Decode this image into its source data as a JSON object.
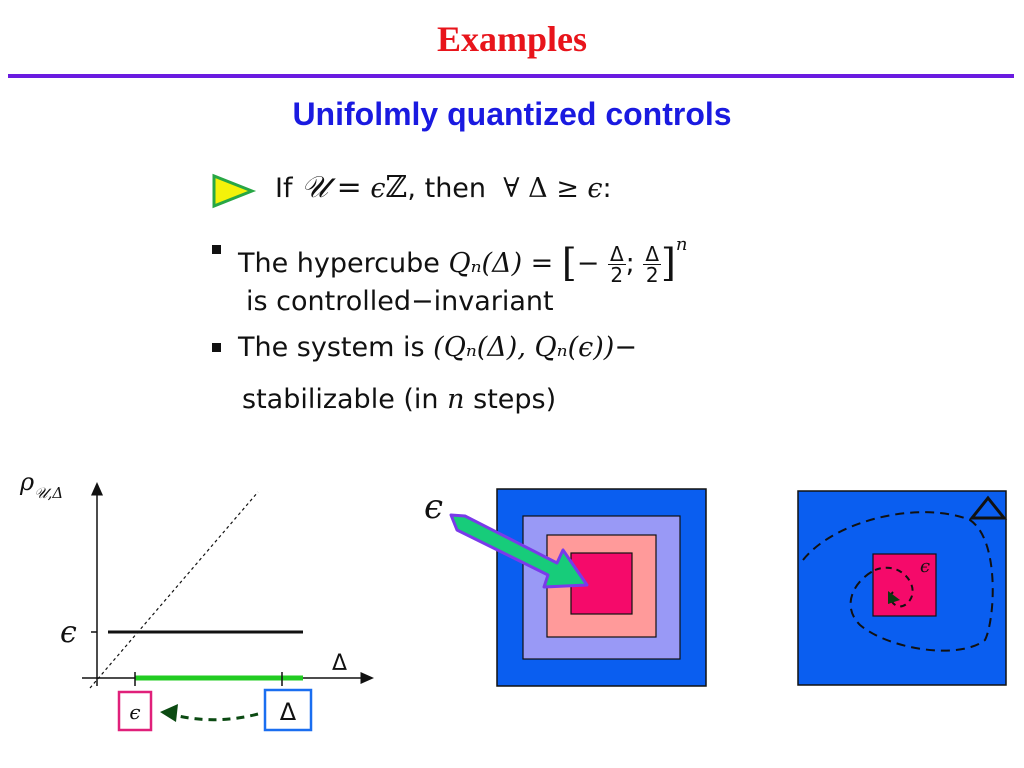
{
  "slide": {
    "title": "Examples",
    "subtitle": "Unifolmly quantized controls"
  },
  "statement": {
    "if": "If",
    "U": "𝒰",
    "eq": "=",
    "eps": "ϵ",
    "Z": "ℤ",
    "comma": ",",
    "then": "then",
    "forall": "∀",
    "delta": "Δ",
    "geq": "≥",
    "colon": ":"
  },
  "bullet1": {
    "text": "The hypercube",
    "Qn": "Qₙ(Δ) =",
    "bracket_open": "[",
    "minus": "−",
    "num1": "Δ",
    "den1": "2",
    "semicolon": ";",
    "num2": "Δ",
    "den2": "2",
    "bracket_close": "]",
    "exp": "n",
    "line2": "is controlled−invariant"
  },
  "bullet2": {
    "text": "The system is",
    "pair": "(Qₙ(Δ), Qₙ(ϵ))",
    "dash": "−",
    "line2a": "stabilizable (in",
    "n": "n",
    "line2b": "steps)"
  },
  "plot": {
    "ylabel": "ρ",
    "ylabel_sub": "𝒰,Δ",
    "xlabel": "Δ",
    "eps_tick": "ϵ",
    "eps_box": "ϵ",
    "delta_box": "Δ"
  },
  "nested_squares": {
    "label": "ϵ"
  },
  "trajectory_square": {
    "delta_label": "Δ",
    "eps_label": "ϵ"
  },
  "colors": {
    "title": "#e8141b",
    "rule": "#6a1be0",
    "subtitle": "#1a1ae0",
    "blue_square": "#0a5ef0",
    "lavender": "#9999f6",
    "salmon": "#ff9a9a",
    "magenta": "#f50a6a",
    "green_bar": "#22cc22",
    "arrow_fill": "#17cc7a",
    "arrow_edge": "#7a3aea",
    "dark_green": "#0b4a12"
  }
}
